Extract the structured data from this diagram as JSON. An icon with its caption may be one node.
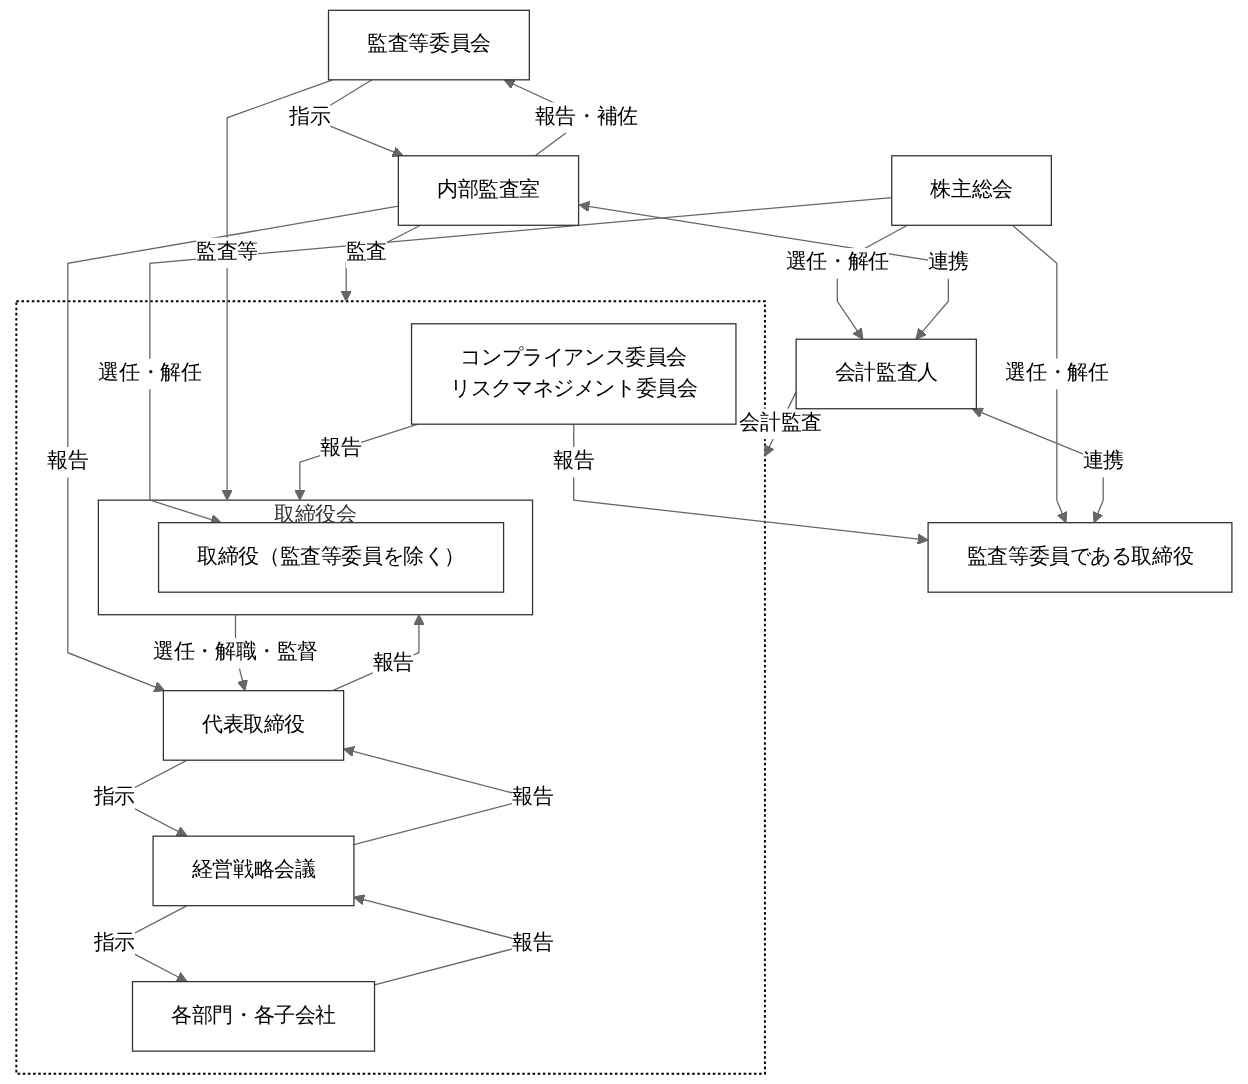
{
  "diagram": {
    "nodes": [
      {
        "text": [
          "株主総会"
        ]
      },
      {
        "text": [],
        "shape": "box"
      },
      {
        "text": [
          "取締役会"
        ],
        "in": 1
      },
      {
        "text": [
          "取締役（監査等委員を除く）"
        ],
        "in": 2
      },
      {
        "text": [
          "監査等委員会"
        ]
      },
      {
        "text": [
          "監査等委員である取締役"
        ]
      },
      {
        "text": [
          "コンプライアンス委員会",
          "リスクマネジメント委員会"
        ],
        "in": 1
      },
      {
        "text": [
          "代表取締役"
        ],
        "in": 1
      },
      {
        "text": [
          "内部監査室"
        ]
      },
      {
        "text": [
          "経営戦略会議"
        ],
        "in": 1
      },
      {
        "text": [
          "会計監査人"
        ]
      },
      {
        "text": [
          "各部門・各子会社"
        ],
        "in": 1
      }
    ],
    "edges": [
      {
        "from": 0,
        "to": 3,
        "arrow": "to",
        "label": "選任・解任"
      },
      {
        "from": 0,
        "to": 5,
        "arrow": "to",
        "label": "選任・解任"
      },
      {
        "from": 0,
        "to": 10,
        "arrow": "to",
        "label": "選任・解任"
      },
      {
        "from": 4,
        "to": 2,
        "arrow": "to",
        "label": "監査等"
      },
      {
        "from": 2,
        "to": 7,
        "arrow": "to",
        "label": "選任・解職・監督"
      },
      {
        "from": 7,
        "to": 2,
        "arrow": "to",
        "label": "報告"
      },
      {
        "from": 6,
        "to": 2,
        "arrow": "to",
        "label": "報告"
      },
      {
        "from": 6,
        "to": 5,
        "arrow": "to",
        "label": "報告"
      },
      {
        "from": 8,
        "to": 4,
        "arrow": "to",
        "label": "報告・補佐"
      },
      {
        "from": 4,
        "to": 8,
        "arrow": "to",
        "label": "指示"
      },
      {
        "from": 10,
        "to": 5,
        "arrow": "both",
        "label": "連携"
      },
      {
        "from": 8,
        "to": 1,
        "arrow": "to",
        "label": "監査"
      },
      {
        "from": 8,
        "to": 7,
        "arrow": "to",
        "label": "報告"
      },
      {
        "from": 8,
        "to": 10,
        "arrow": "both",
        "label": "連携"
      },
      {
        "from": 10,
        "to": 1,
        "arrow": "to",
        "label": "会計監査"
      },
      {
        "from": 7,
        "to": 9,
        "arrow": "to",
        "label": "指示"
      },
      {
        "from": 9,
        "to": 7,
        "arrow": "to",
        "label": "報告"
      },
      {
        "from": 9,
        "to": 11,
        "arrow": "to",
        "label": "指示"
      },
      {
        "from": 11,
        "to": 9,
        "arrow": "to",
        "label": "報告"
      }
    ]
  }
}
